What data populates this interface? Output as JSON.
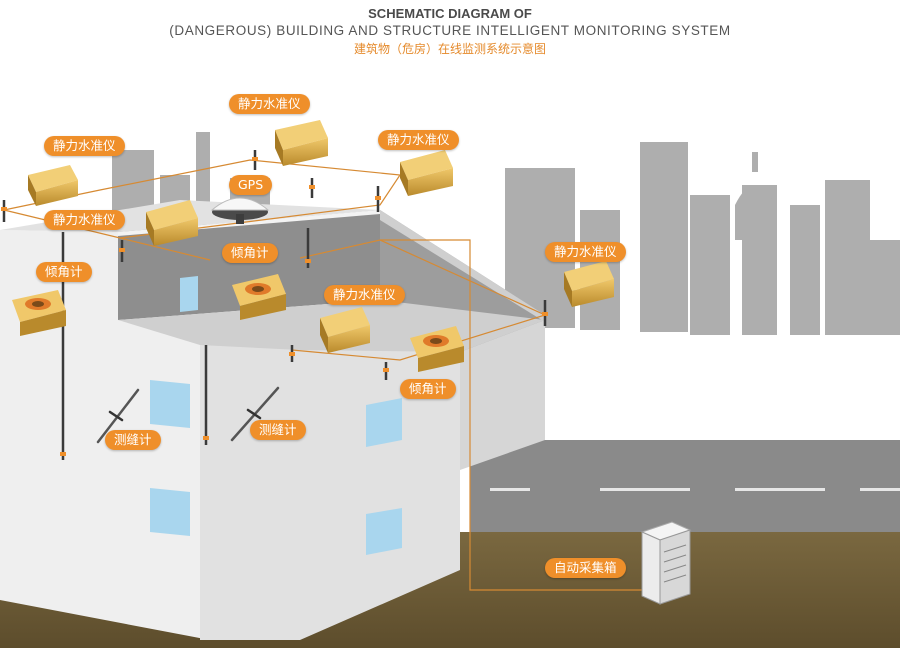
{
  "header": {
    "title_line1": "SCHEMATIC DIAGRAM OF",
    "title_line2": "(DANGEROUS) BUILDING AND STRUCTURE INTELLIGENT MONITORING SYSTEM",
    "title_cn": "建筑物（危房）在线监测系统示意图"
  },
  "labels": {
    "level_1": "静力水准仪",
    "level_2": "静力水准仪",
    "level_3": "静力水准仪",
    "level_4": "静力水准仪",
    "level_5": "静力水准仪",
    "level_6": "静力水准仪",
    "gps": "GPS",
    "tilt_1": "倾角计",
    "tilt_2": "倾角计",
    "tilt_3": "倾角计",
    "crack_1": "测缝计",
    "crack_2": "测缝计",
    "collector": "自动采集箱"
  },
  "colors": {
    "accent": "#ef8f2a",
    "sensor_body": "#d9a441",
    "building_light": "#eeeeee",
    "city_gray": "#a9a9a9",
    "road": "#888888",
    "ground": "#6b5a35",
    "window": "#a9d6ee"
  }
}
